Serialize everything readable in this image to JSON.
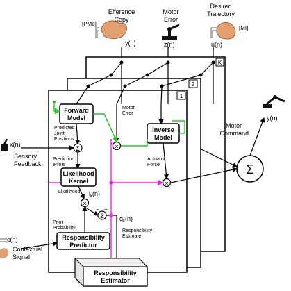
{
  "inputs": {
    "efference": {
      "title_line1": "Efference",
      "title_line2": "Copy",
      "tag": "[PMd]",
      "signal": "y(n)"
    },
    "motor_error": {
      "title_line1": "Motor",
      "title_line2": "Error",
      "signal": "z(n)"
    },
    "desired": {
      "title_line1": "Desired",
      "title_line2": "Trajectory",
      "tag": "[MI]",
      "signal": "u(n)"
    }
  },
  "stack": {
    "index_k": "K",
    "index_2": "2",
    "index_1": "1"
  },
  "blocks": {
    "forward": {
      "line1": "Forward",
      "line2": "Model"
    },
    "inverse": {
      "line1": "Inverse",
      "line2": "Model"
    },
    "likelihood": {
      "line1": "Likelihood",
      "line2": "Kernel"
    },
    "responsibility_predictor": {
      "line1": "Responsibility",
      "line2": "Predictor"
    },
    "responsibility_estimator": {
      "line1": "Responsibility",
      "line2": "Estimator"
    }
  },
  "operators": {
    "sum": "Σ",
    "multiply": "×",
    "big_sum": "Σ",
    "minus": "-",
    "plus": "+"
  },
  "labels": {
    "predicted_joint": [
      "Predicted",
      "Joint",
      "Positions"
    ],
    "prediction_errors": [
      "Prediction",
      "errors"
    ],
    "likelihood": "Likelihood",
    "lk": "l",
    "lk_sub": "k",
    "lk_suffix": "(n)",
    "prior_probability": [
      "Prior",
      "Probability"
    ],
    "gk": "g",
    "gk_sub": "k",
    "gk_suffix": "(n)",
    "responsibility_estimate": [
      "Responsibility",
      "Estimate"
    ],
    "motor_error_inner": [
      "Motor",
      "Error"
    ],
    "actuator_force": [
      "Actuator",
      "Force"
    ],
    "sensory_signal": "x(n)",
    "sensory_feedback": [
      "Sensory",
      "Feedback"
    ],
    "contextual_signal_var": "c(n)",
    "contextual_signal": [
      "Contextual",
      "Signal"
    ],
    "motor_command": [
      "Motor",
      "Command"
    ],
    "output_signal": "y(n)"
  },
  "colors": {
    "green_signal": "#22cc22",
    "magenta_signal": "#ee22ee",
    "box_stroke": "#000000",
    "brain": "#e0a070",
    "robot": "#111111"
  }
}
